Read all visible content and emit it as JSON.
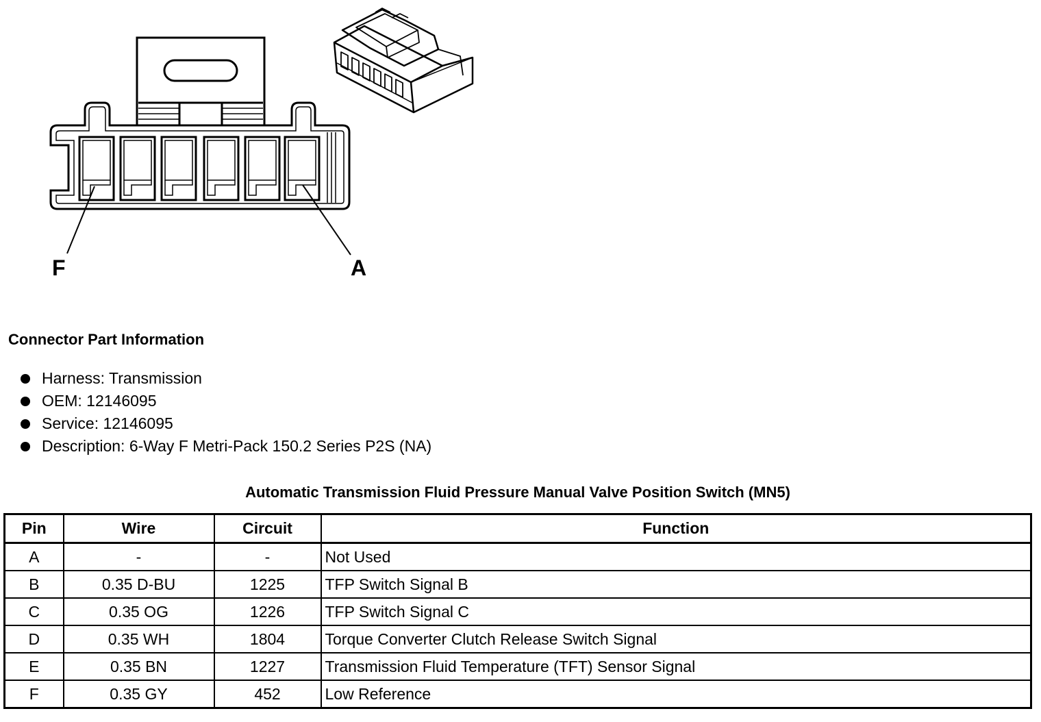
{
  "diagram": {
    "pin_label_left": "F",
    "pin_label_right": "A"
  },
  "connector_info": {
    "title": "Connector Part Information",
    "items": [
      "Harness: Transmission",
      "OEM: 12146095",
      "Service: 12146095",
      "Description: 6-Way F Metri-Pack 150.2 Series P2S (NA)"
    ]
  },
  "table": {
    "title": "Automatic Transmission Fluid Pressure Manual Valve Position Switch (MN5)",
    "headers": [
      "Pin",
      "Wire",
      "Circuit",
      "Function"
    ],
    "rows": [
      [
        "A",
        "-",
        "-",
        "Not Used"
      ],
      [
        "B",
        "0.35 D-BU",
        "1225",
        "TFP Switch Signal B"
      ],
      [
        "C",
        "0.35 OG",
        "1226",
        "TFP Switch Signal C"
      ],
      [
        "D",
        "0.35 WH",
        "1804",
        "Torque Converter Clutch Release Switch Signal"
      ],
      [
        "E",
        "0.35 BN",
        "1227",
        "Transmission Fluid Temperature (TFT) Sensor Signal"
      ],
      [
        "F",
        "0.35 GY",
        "452",
        "Low Reference"
      ]
    ]
  }
}
